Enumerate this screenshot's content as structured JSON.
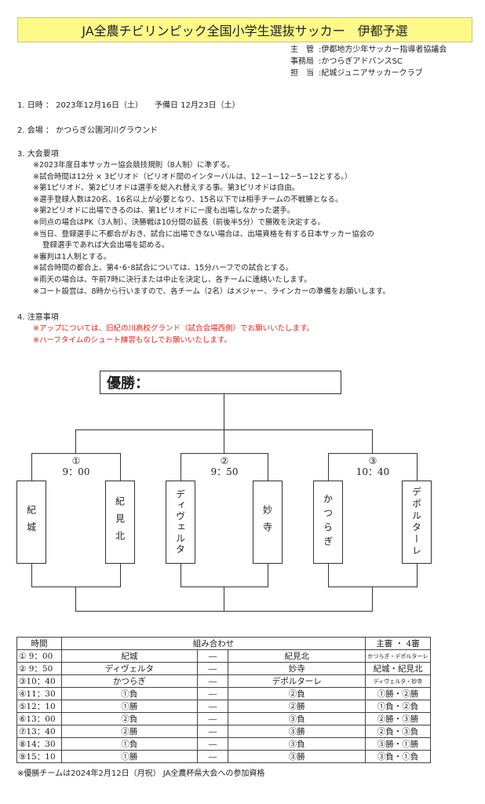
{
  "title": "JA全農チビリンピック全国小学生選抜サッカー　伊都予選",
  "org": [
    {
      "k": "主　管",
      "v": ":伊都地方少年サッカー指導者協議会"
    },
    {
      "k": "事務局",
      "v": ":かつらぎアドバンスSC"
    },
    {
      "k": "担　当",
      "v": ":紀城ジュニアサッカークラブ"
    }
  ],
  "date_line": "1. 日時 ：  2023年12月16日（土）　　予備日 12月23日（土）",
  "venue_line": "2. 会場 ：  かつらぎ公園河川グラウンド",
  "rules_heading": "3. 大会要項",
  "rules": [
    "※2023年度日本サッカー協会競技規則（8人制）に準ずる。",
    "※試合時間は12分 × 3ピリオド（ピリオド間のインターバルは、12－1－12－5－12とする。）",
    "※第1ピリオド、第2ピリオドは選手を総入れ替えする事。第3ピリオドは自由。",
    "※選手登録人数は20名、16名以上が必要となり、15名以下では相手チームの不戦勝となる。",
    "※第2ピリオドに出場できるのは、第1ピリオドに一度も出場しなかった選手。",
    "※同点の場合はPK（3人制）、決勝戦は10分間の延長（前後半5分）で勝敗を決定する。",
    "※当日、登録選手に不都合がおき、試合に出場できない場合は、出場資格を有する日本サッカー協会の",
    "登録選手であれば大会出場を認める。",
    "※審判は1人制とする。",
    "※試合時間の都合上、第4･6･8試合については、15分ハーフでの試合とする。",
    "※雨天の場合は、午前7時に決行または中止を決定し、各チームに連絡いたします。",
    "※コート設営は、8時から行いますので、各チーム（2名）はメジャー、ラインカーの準備をお願いします。"
  ],
  "notes_heading": "4. 注意事項",
  "notes": [
    "※アップについては、旧紀の川高校グランド（試合会場西側）でお願いいたします。",
    "※ハーフタイムのシュート練習もなしでお願いいたします。"
  ],
  "winner_label": "優勝：",
  "matches": [
    {
      "num": "①",
      "time": "9：00",
      "a": "紀城",
      "b": "紀見北"
    },
    {
      "num": "②",
      "time": "9：50",
      "a": "ディヴェルタ",
      "b": "妙寺"
    },
    {
      "num": "③",
      "time": "10：40",
      "a": "かつらぎ",
      "b": "デポルターレ"
    }
  ],
  "table": {
    "headers": [
      "時間",
      "組み合わせ",
      "主審 ・ 4審"
    ],
    "rows": [
      {
        "time": "① 9：00",
        "a": "紀城",
        "dash": "―",
        "b": "紀見北",
        "ref": "かつらぎ・デポルターレ",
        "small": true
      },
      {
        "time": "② 9：50",
        "a": "ディヴェルタ",
        "dash": "―",
        "b": "妙寺",
        "ref": "紀城・紀見北",
        "small": false
      },
      {
        "time": "③10：40",
        "a": "かつらぎ",
        "dash": "―",
        "b": "デポルターレ",
        "ref": "ディヴェルタ・妙寺",
        "small": true
      },
      {
        "time": "④11：30",
        "a": "①負",
        "dash": "―",
        "b": "②負",
        "ref": "①勝・②勝",
        "small": false
      },
      {
        "time": "⑤12：10",
        "a": "①勝",
        "dash": "―",
        "b": "②勝",
        "ref": "①負・②負",
        "small": false
      },
      {
        "time": "⑥13：00",
        "a": "②負",
        "dash": "―",
        "b": "③負",
        "ref": "②勝・③勝",
        "small": false
      },
      {
        "time": "⑦13：40",
        "a": "②勝",
        "dash": "―",
        "b": "③勝",
        "ref": "②負・③負",
        "small": false
      },
      {
        "time": "⑧14：30",
        "a": "①負",
        "dash": "―",
        "b": "③負",
        "ref": "③勝・①勝",
        "small": false
      },
      {
        "time": "⑨15：10",
        "a": "①勝",
        "dash": "―",
        "b": "③勝",
        "ref": "③負・①負",
        "small": false
      }
    ]
  },
  "footer": "※優勝チームは2024年2月12日（月祝） JA全農杯県大会への参加資格"
}
